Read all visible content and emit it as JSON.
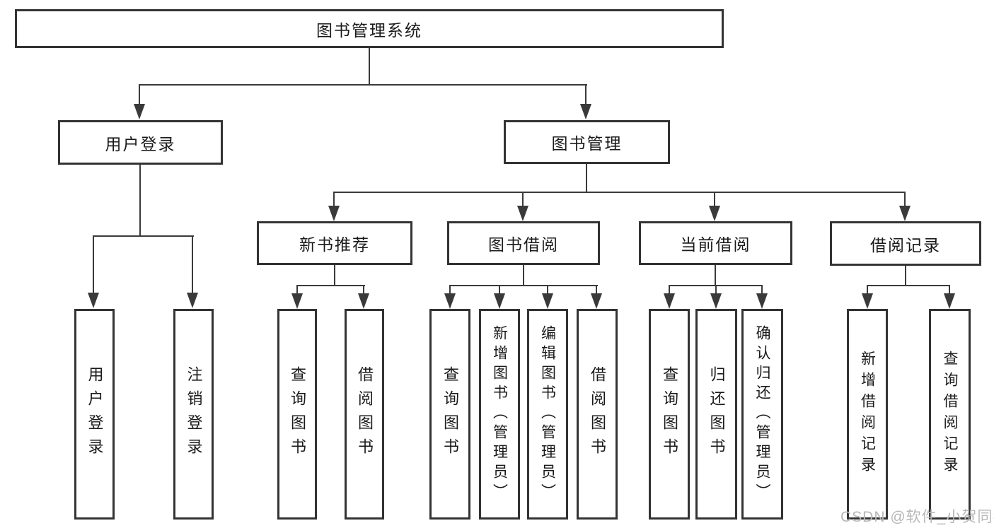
{
  "diagram": {
    "root": {
      "label": "图书管理系统"
    },
    "level2": {
      "user_login": {
        "label": "用户登录"
      },
      "book_management": {
        "label": "图书管理"
      }
    },
    "level3": {
      "new_book_recommend": {
        "label": "新书推荐"
      },
      "book_borrow": {
        "label": "图书借阅"
      },
      "current_borrow": {
        "label": "当前借阅"
      },
      "borrow_record": {
        "label": "借阅记录"
      }
    },
    "leaves": {
      "user_login": [
        {
          "label": "用户登录"
        },
        {
          "label": "注销登录"
        }
      ],
      "new_book_recommend": [
        {
          "label": "查询图书"
        },
        {
          "label": "借阅图书"
        }
      ],
      "book_borrow": [
        {
          "label": "查询图书"
        },
        {
          "label": "新增图书（管理员）"
        },
        {
          "label": "编辑图书（管理员）"
        },
        {
          "label": "借阅图书"
        }
      ],
      "current_borrow": [
        {
          "label": "查询图书"
        },
        {
          "label": "归还图书"
        },
        {
          "label": "确认归还（管理员）"
        }
      ],
      "borrow_record": [
        {
          "label": "新增借阅记录"
        },
        {
          "label": "查询借阅记录"
        }
      ]
    }
  },
  "watermark": {
    "text": "CSDN @软件_小贺同学"
  },
  "colors": {
    "line": "#3a3a3a",
    "box_border": "#333333",
    "text": "#1a1a1a",
    "watermark": "#b7b7b7",
    "background": "#ffffff"
  }
}
